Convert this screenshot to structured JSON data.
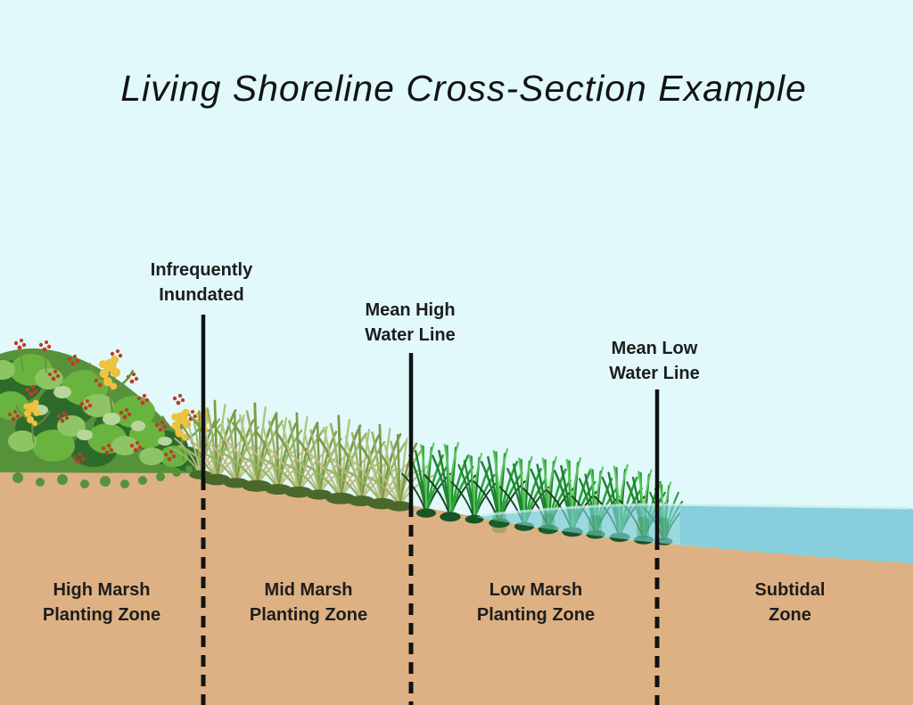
{
  "title": "Living Shoreline Cross-Section Example",
  "markers": [
    {
      "id": "infrequently-inundated",
      "line1": "Infrequently",
      "line2": "Inundated"
    },
    {
      "id": "mean-high-water-line",
      "line1": "Mean High",
      "line2": "Water Line"
    },
    {
      "id": "mean-low-water-line",
      "line1": "Mean Low",
      "line2": "Water Line"
    }
  ],
  "zones": [
    {
      "id": "high-marsh-planting-zone",
      "line1": "High Marsh",
      "line2": "Planting Zone"
    },
    {
      "id": "mid-marsh-planting-zone",
      "line1": "Mid Marsh",
      "line2": "Planting Zone"
    },
    {
      "id": "low-marsh-planting-zone",
      "line1": "Low Marsh",
      "line2": "Planting Zone"
    },
    {
      "id": "subtidal-zone",
      "line1": "Subtidal",
      "line2": "Zone"
    }
  ],
  "colors": {
    "sky": "#e1f9fb",
    "sand": "#ddb183",
    "water_shallow": "#79cbd2",
    "water_deep": "#87cfdc",
    "line": "#121212",
    "text": "#1d1d1d",
    "shrub_dark": "#2e6b2b",
    "shrub_mid": "#55923a",
    "shrub_bright": "#69b43e",
    "shrub_light": "#8fc464",
    "shrub_pale": "#b7d79a",
    "flower_red": "#c23b28",
    "flower_yellow": "#eec23d",
    "stem_green": "#6b8f3f",
    "grass_mid_olive": "#7e9a48",
    "grass_mid_soft": "#99b464",
    "grass_mid_light": "#b2c47e",
    "grass_mid_dried": "#c6b98a",
    "grass_mid_base": "#4a682c",
    "grass_low_bright": "#2aa23a",
    "grass_low_deep": "#1f8230",
    "grass_low_light": "#5ec45e",
    "grass_low_dark": "#1a3f1e",
    "grass_low_base": "#175426"
  }
}
